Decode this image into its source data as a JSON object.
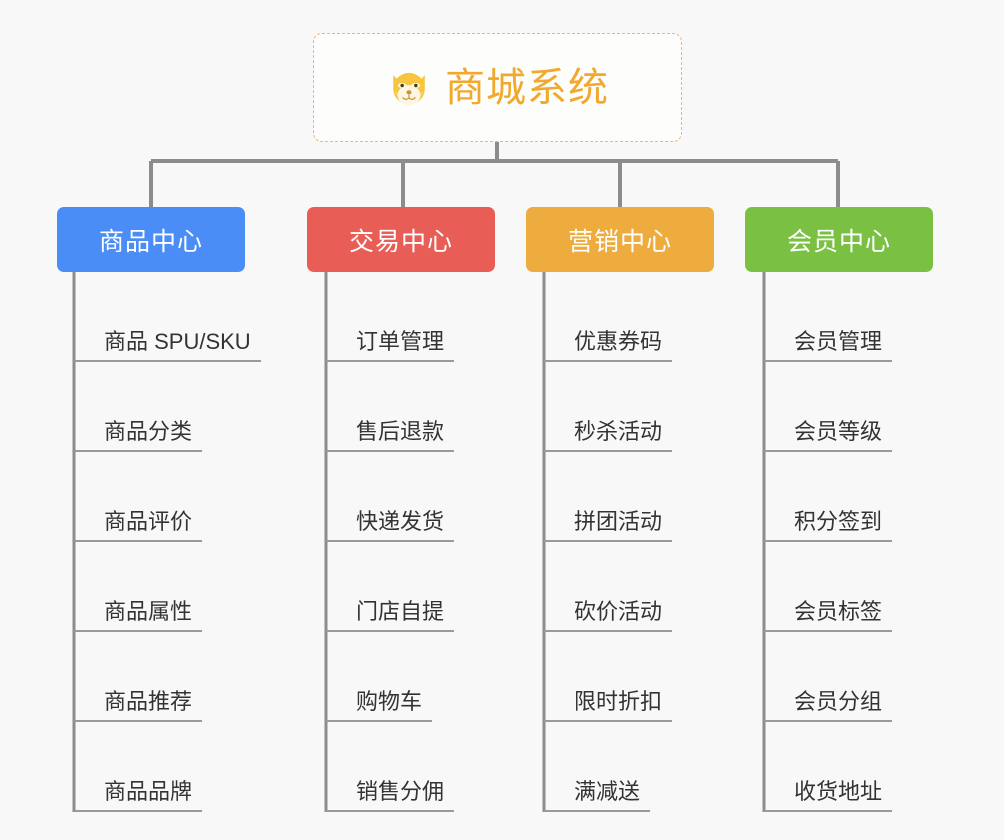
{
  "diagram": {
    "type": "mindmap-tree",
    "background_color": "#f8f8f8",
    "line_color": "#8c8c8c",
    "root": {
      "title": "商城系统",
      "icon": "shiba-dog-face-icon",
      "text_color": "#f0a92c",
      "border_color": "#f0b760",
      "background_color": "#fdfdfc"
    },
    "branches": [
      {
        "label": "商品中心",
        "color": "#4a8df6",
        "leaves": [
          "商品 SPU/SKU",
          "商品分类",
          "商品评价",
          "商品属性",
          "商品推荐",
          "商品品牌"
        ]
      },
      {
        "label": "交易中心",
        "color": "#e85d55",
        "leaves": [
          "订单管理",
          "售后退款",
          "快递发货",
          "门店自提",
          "购物车",
          "销售分佣"
        ]
      },
      {
        "label": "营销中心",
        "color": "#eeab3e",
        "leaves": [
          "优惠券码",
          "秒杀活动",
          "拼团活动",
          "砍价活动",
          "限时折扣",
          "满减送"
        ]
      },
      {
        "label": "会员中心",
        "color": "#7ac143",
        "leaves": [
          "会员管理",
          "会员等级",
          "积分签到",
          "会员标签",
          "会员分组",
          "收货地址"
        ]
      }
    ]
  }
}
